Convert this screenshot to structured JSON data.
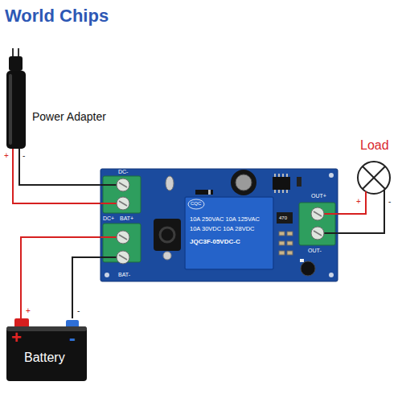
{
  "diagram": {
    "nodes": [
      {
        "text": [
          "Power Adapter"
        ]
      },
      {
        "text": [
          "DC-",
          "DC+",
          "BAT+",
          "BAT-",
          "OUT+",
          "OUT-"
        ]
      },
      {
        "text": [
          "CQC",
          "10A 250VAC 10A 125VAC",
          "10A 30VDC 10A 28VDC",
          "JQC3F-05VDC-C"
        ],
        "in": 1
      },
      {
        "text": [
          "Load"
        ]
      },
      {
        "text": [
          "Battery"
        ]
      }
    ],
    "edges": [
      {
        "from": 0,
        "to": 1,
        "arrow": "none"
      },
      {
        "from": 0,
        "to": 1,
        "arrow": "none"
      },
      {
        "from": 1,
        "to": 3,
        "arrow": "none"
      },
      {
        "from": 1,
        "to": 3,
        "arrow": "none"
      },
      {
        "from": 4,
        "to": 1,
        "arrow": "none"
      },
      {
        "from": 4,
        "to": 1,
        "arrow": "none"
      }
    ],
    "labels": [
      "World Chips",
      "+",
      "-",
      "+",
      "-",
      "+",
      "-",
      "+",
      "-",
      "470"
    ]
  }
}
